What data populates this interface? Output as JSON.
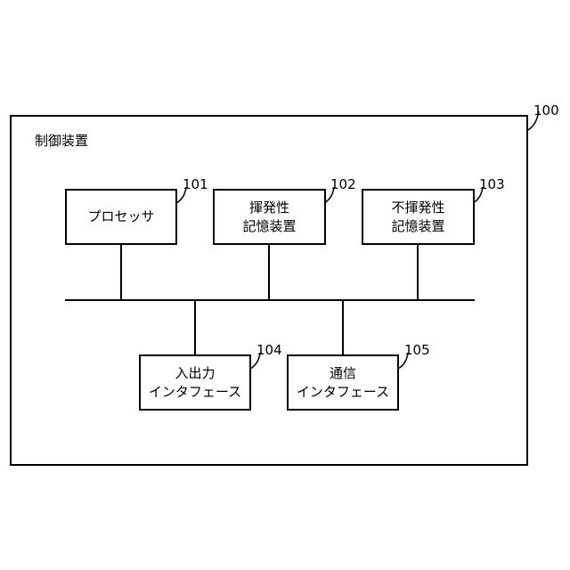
{
  "device": {
    "label": "制御装置",
    "ref": "100"
  },
  "components": {
    "processor": {
      "ref": "101",
      "line1": "プロセッサ",
      "line2": ""
    },
    "volatile": {
      "ref": "102",
      "line1": "揮発性",
      "line2": "記憶装置"
    },
    "nonvolatile": {
      "ref": "103",
      "line1": "不揮発性",
      "line2": "記憶装置"
    },
    "io": {
      "ref": "104",
      "line1": "入出力",
      "line2": "インタフェース"
    },
    "comm": {
      "ref": "105",
      "line1": "通信",
      "line2": "インタフェース"
    }
  },
  "colors": {
    "line": "#000000",
    "background": "#ffffff"
  }
}
